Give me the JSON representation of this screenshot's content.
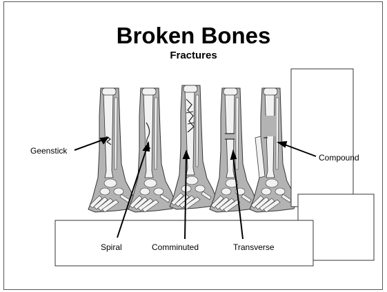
{
  "slide": {
    "title": "Broken Bones",
    "subtitle": "Fractures"
  },
  "fracture_types": [
    {
      "id": "greenstick",
      "label": "Geenstick"
    },
    {
      "id": "spiral",
      "label": "Spiral"
    },
    {
      "id": "comminuted",
      "label": "Comminuted"
    },
    {
      "id": "transverse",
      "label": "Transverse"
    },
    {
      "id": "compound",
      "label": "Compound"
    }
  ],
  "colors": {
    "flesh": "#b3b3b3",
    "bone": "#f2f2f2",
    "outline": "#333333",
    "background": "#ffffff"
  }
}
